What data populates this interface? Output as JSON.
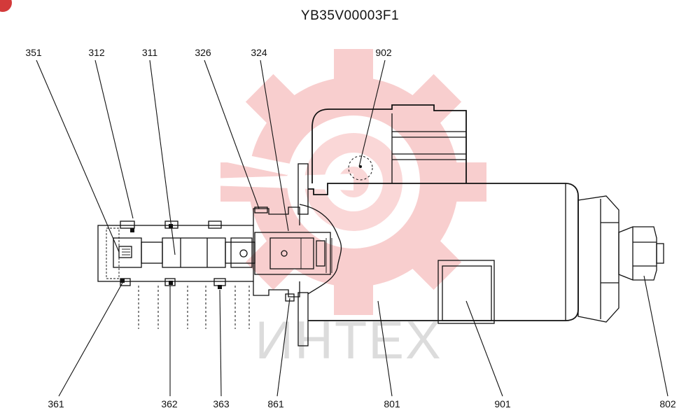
{
  "title": "YB35V00003F1",
  "watermark": {
    "text": "ИНТЕХ",
    "color": "#f6b7b7"
  },
  "callouts": {
    "c351": "351",
    "c312": "312",
    "c311": "311",
    "c326": "326",
    "c324": "324",
    "c902": "902",
    "c361": "361",
    "c362": "362",
    "c363": "363",
    "c861": "861",
    "c801": "801",
    "c901": "901",
    "c802": "802"
  }
}
